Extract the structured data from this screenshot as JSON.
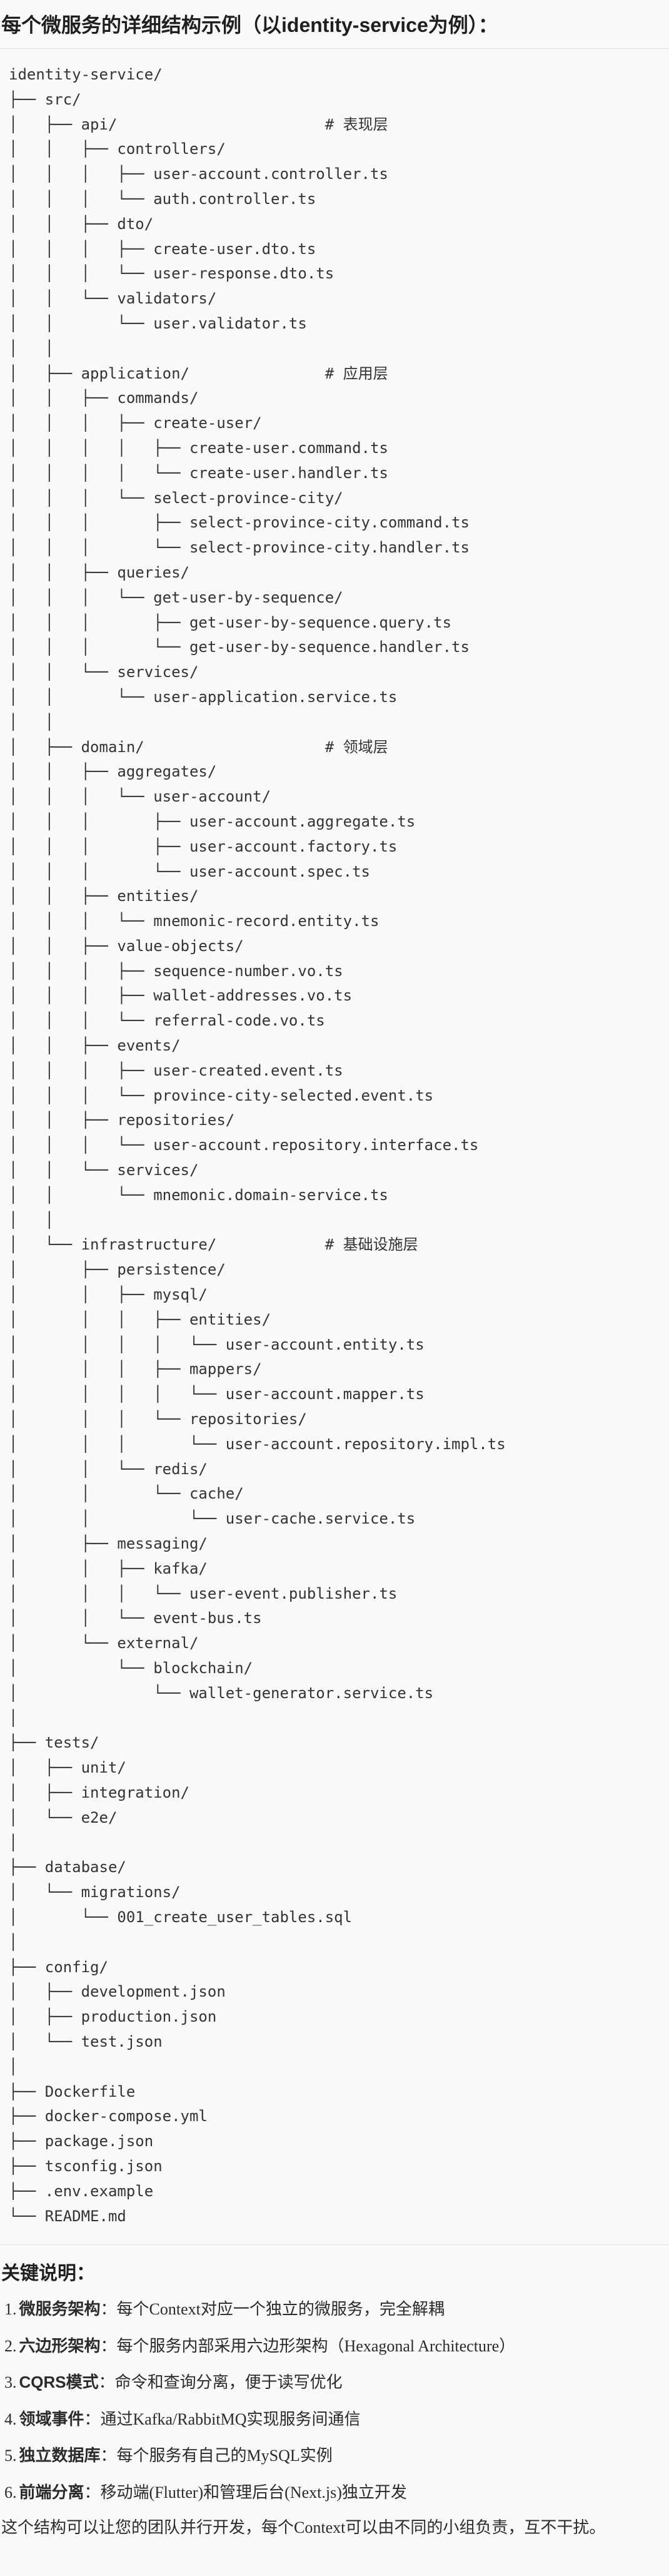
{
  "header": {
    "title": "每个微服务的详细结构示例（以identity-service为例）："
  },
  "tree": {
    "lines": [
      {
        "text": "identity-service/"
      },
      {
        "text": "├── src/"
      },
      {
        "text": "│   ├── api/",
        "comment": "# 表现层"
      },
      {
        "text": "│   │   ├── controllers/"
      },
      {
        "text": "│   │   │   ├── user-account.controller.ts"
      },
      {
        "text": "│   │   │   └── auth.controller.ts"
      },
      {
        "text": "│   │   ├── dto/"
      },
      {
        "text": "│   │   │   ├── create-user.dto.ts"
      },
      {
        "text": "│   │   │   └── user-response.dto.ts"
      },
      {
        "text": "│   │   └── validators/"
      },
      {
        "text": "│   │       └── user.validator.ts"
      },
      {
        "text": "│   │"
      },
      {
        "text": "│   ├── application/",
        "comment": "# 应用层"
      },
      {
        "text": "│   │   ├── commands/"
      },
      {
        "text": "│   │   │   ├── create-user/"
      },
      {
        "text": "│   │   │   │   ├── create-user.command.ts"
      },
      {
        "text": "│   │   │   │   └── create-user.handler.ts"
      },
      {
        "text": "│   │   │   └── select-province-city/"
      },
      {
        "text": "│   │   │       ├── select-province-city.command.ts"
      },
      {
        "text": "│   │   │       └── select-province-city.handler.ts"
      },
      {
        "text": "│   │   ├── queries/"
      },
      {
        "text": "│   │   │   └── get-user-by-sequence/"
      },
      {
        "text": "│   │   │       ├── get-user-by-sequence.query.ts"
      },
      {
        "text": "│   │   │       └── get-user-by-sequence.handler.ts"
      },
      {
        "text": "│   │   └── services/"
      },
      {
        "text": "│   │       └── user-application.service.ts"
      },
      {
        "text": "│   │"
      },
      {
        "text": "│   ├── domain/",
        "comment": "# 领域层"
      },
      {
        "text": "│   │   ├── aggregates/"
      },
      {
        "text": "│   │   │   └── user-account/"
      },
      {
        "text": "│   │   │       ├── user-account.aggregate.ts"
      },
      {
        "text": "│   │   │       ├── user-account.factory.ts"
      },
      {
        "text": "│   │   │       └── user-account.spec.ts"
      },
      {
        "text": "│   │   ├── entities/"
      },
      {
        "text": "│   │   │   └── mnemonic-record.entity.ts"
      },
      {
        "text": "│   │   ├── value-objects/"
      },
      {
        "text": "│   │   │   ├── sequence-number.vo.ts"
      },
      {
        "text": "│   │   │   ├── wallet-addresses.vo.ts"
      },
      {
        "text": "│   │   │   └── referral-code.vo.ts"
      },
      {
        "text": "│   │   ├── events/"
      },
      {
        "text": "│   │   │   ├── user-created.event.ts"
      },
      {
        "text": "│   │   │   └── province-city-selected.event.ts"
      },
      {
        "text": "│   │   ├── repositories/"
      },
      {
        "text": "│   │   │   └── user-account.repository.interface.ts"
      },
      {
        "text": "│   │   └── services/"
      },
      {
        "text": "│   │       └── mnemonic.domain-service.ts"
      },
      {
        "text": "│   │"
      },
      {
        "text": "│   └── infrastructure/",
        "comment": "# 基础设施层"
      },
      {
        "text": "│       ├── persistence/"
      },
      {
        "text": "│       │   ├── mysql/"
      },
      {
        "text": "│       │   │   ├── entities/"
      },
      {
        "text": "│       │   │   │   └── user-account.entity.ts"
      },
      {
        "text": "│       │   │   ├── mappers/"
      },
      {
        "text": "│       │   │   │   └── user-account.mapper.ts"
      },
      {
        "text": "│       │   │   └── repositories/"
      },
      {
        "text": "│       │   │       └── user-account.repository.impl.ts"
      },
      {
        "text": "│       │   └── redis/"
      },
      {
        "text": "│       │       └── cache/"
      },
      {
        "text": "│       │           └── user-cache.service.ts"
      },
      {
        "text": "│       ├── messaging/"
      },
      {
        "text": "│       │   ├── kafka/"
      },
      {
        "text": "│       │   │   └── user-event.publisher.ts"
      },
      {
        "text": "│       │   └── event-bus.ts"
      },
      {
        "text": "│       └── external/"
      },
      {
        "text": "│           └── blockchain/"
      },
      {
        "text": "│               └── wallet-generator.service.ts"
      },
      {
        "text": "│"
      },
      {
        "text": "├── tests/"
      },
      {
        "text": "│   ├── unit/"
      },
      {
        "text": "│   ├── integration/"
      },
      {
        "text": "│   └── e2e/"
      },
      {
        "text": "│"
      },
      {
        "text": "├── database/"
      },
      {
        "text": "│   └── migrations/"
      },
      {
        "text": "│       └── 001_create_user_tables.sql"
      },
      {
        "text": "│"
      },
      {
        "text": "├── config/"
      },
      {
        "text": "│   ├── development.json"
      },
      {
        "text": "│   ├── production.json"
      },
      {
        "text": "│   └── test.json"
      },
      {
        "text": "│"
      },
      {
        "text": "├── Dockerfile"
      },
      {
        "text": "├── docker-compose.yml"
      },
      {
        "text": "├── package.json"
      },
      {
        "text": "├── tsconfig.json"
      },
      {
        "text": "├── .env.example"
      },
      {
        "text": "└── README.md"
      }
    ]
  },
  "notes": {
    "title": "关键说明：",
    "items": [
      {
        "num": "1.",
        "label": "微服务架构",
        "sep": "：",
        "text": "每个Context对应一个独立的微服务，完全解耦"
      },
      {
        "num": "2.",
        "label": "六边形架构",
        "sep": "：",
        "text": "每个服务内部采用六边形架构（Hexagonal Architecture）"
      },
      {
        "num": "3.",
        "label": "CQRS模式",
        "sep": "：",
        "text": "命令和查询分离，便于读写优化"
      },
      {
        "num": "4.",
        "label": "领域事件",
        "sep": "：",
        "text": "通过Kafka/RabbitMQ实现服务间通信"
      },
      {
        "num": "5.",
        "label": "独立数据库",
        "sep": "：",
        "text": "每个服务有自己的MySQL实例"
      },
      {
        "num": "6.",
        "label": "前端分离",
        "sep": "：",
        "text": "移动端(Flutter)和管理后台(Next.js)独立开发"
      }
    ],
    "footer": "这个结构可以让您的团队并行开发，每个Context可以由不同的小组负责，互不干扰。"
  }
}
